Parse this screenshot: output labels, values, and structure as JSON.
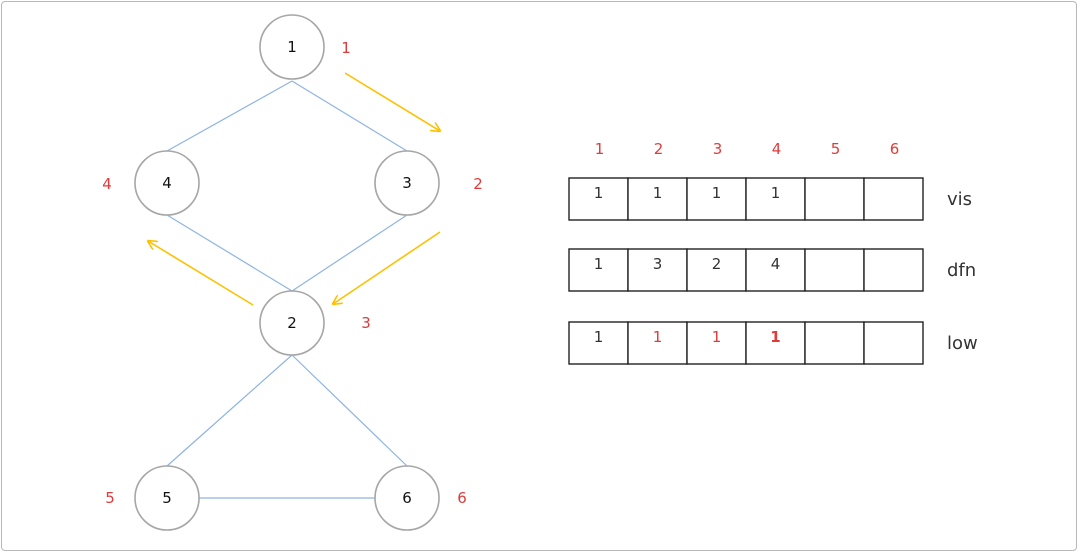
{
  "colors": {
    "edge": "#8eb4e3",
    "node_stroke": "#a6a6a6",
    "arrow": "#ffc000",
    "red": "#e03a3a",
    "cell_border": "#222222",
    "label": "#333333"
  },
  "nodes": [
    {
      "id": "1",
      "label": "1",
      "order": "1"
    },
    {
      "id": "4",
      "label": "4",
      "order": "4"
    },
    {
      "id": "3",
      "label": "3",
      "order": "2"
    },
    {
      "id": "2",
      "label": "2",
      "order": "3"
    },
    {
      "id": "5",
      "label": "5",
      "order": "5"
    },
    {
      "id": "6",
      "label": "6",
      "order": "6"
    }
  ],
  "edges": [
    [
      "1",
      "4"
    ],
    [
      "1",
      "3"
    ],
    [
      "4",
      "2"
    ],
    [
      "3",
      "2"
    ],
    [
      "2",
      "5"
    ],
    [
      "2",
      "6"
    ],
    [
      "5",
      "6"
    ]
  ],
  "traversal_arrows": [
    {
      "from": "1",
      "to": "3"
    },
    {
      "from": "3",
      "to": "2"
    },
    {
      "from": "2",
      "to": "4"
    }
  ],
  "table": {
    "indices": [
      "1",
      "2",
      "3",
      "4",
      "5",
      "6"
    ],
    "rows": [
      {
        "label": "vis",
        "cells": [
          {
            "value": "1",
            "highlight": "none"
          },
          {
            "value": "1",
            "highlight": "none"
          },
          {
            "value": "1",
            "highlight": "none"
          },
          {
            "value": "1",
            "highlight": "none"
          },
          {
            "value": "",
            "highlight": "none"
          },
          {
            "value": "",
            "highlight": "none"
          }
        ]
      },
      {
        "label": "dfn",
        "cells": [
          {
            "value": "1",
            "highlight": "none"
          },
          {
            "value": "3",
            "highlight": "none"
          },
          {
            "value": "2",
            "highlight": "none"
          },
          {
            "value": "4",
            "highlight": "none"
          },
          {
            "value": "",
            "highlight": "none"
          },
          {
            "value": "",
            "highlight": "none"
          }
        ]
      },
      {
        "label": "low",
        "cells": [
          {
            "value": "1",
            "highlight": "none"
          },
          {
            "value": "1",
            "highlight": "red"
          },
          {
            "value": "1",
            "highlight": "red"
          },
          {
            "value": "1",
            "highlight": "red-bold"
          },
          {
            "value": "",
            "highlight": "none"
          },
          {
            "value": "",
            "highlight": "none"
          }
        ]
      }
    ]
  }
}
